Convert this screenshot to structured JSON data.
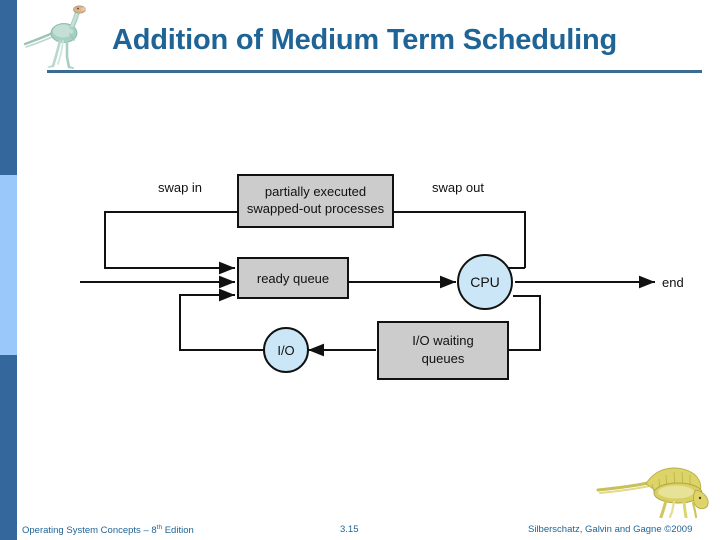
{
  "slide": {
    "title": "Addition of Medium Term Scheduling",
    "accent_color": "#1f6496",
    "rule_color": "#3b6a93",
    "sidebar_dark": "#34689c",
    "sidebar_light": "#9ac8fb"
  },
  "decorations": {
    "top_dinosaur": "dinosaur-illustration",
    "bottom_dinosaur": "dinosaur-illustration"
  },
  "diagram": {
    "name": "medium-term-scheduling-queueing-diagram",
    "box_fill": "#cccccc",
    "circle_fill": "#cbe7f7",
    "stroke": "#000000",
    "nodes": [
      {
        "id": "swapped",
        "type": "box",
        "label": "partially executed\nswapped-out processes",
        "line1": "partially executed",
        "line2": "swapped-out processes"
      },
      {
        "id": "ready",
        "type": "box",
        "label": "ready queue"
      },
      {
        "id": "cpu",
        "type": "circle",
        "label": "CPU"
      },
      {
        "id": "io",
        "type": "circle",
        "label": "I/O"
      },
      {
        "id": "ioq",
        "type": "box",
        "label": "I/O waiting\nqueues",
        "line1": "I/O waiting",
        "line2": "queues"
      }
    ],
    "edge_labels": [
      {
        "id": "swap-in",
        "label": "swap in"
      },
      {
        "id": "swap-out",
        "label": "swap out"
      },
      {
        "id": "end",
        "label": "end"
      }
    ]
  },
  "footer": {
    "left_prefix": "Operating System Concepts – 8",
    "left_sup": "th",
    "left_suffix": " Edition",
    "page_number": "3.15",
    "credit": "Silberschatz, Galvin and Gagne ©2009"
  }
}
